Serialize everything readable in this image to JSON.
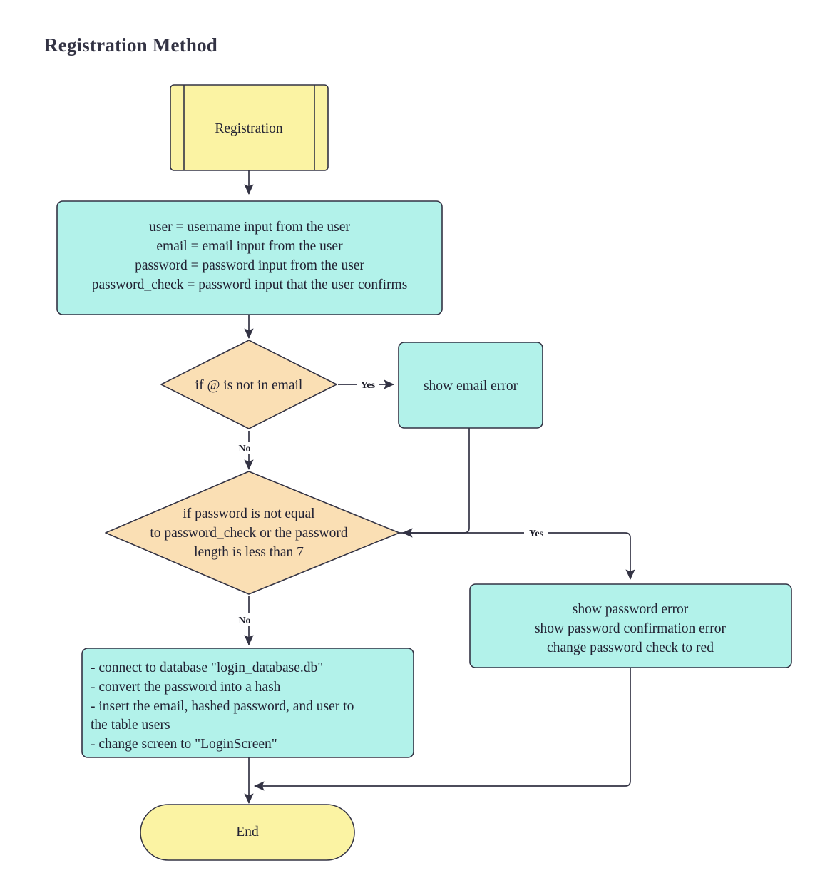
{
  "title": "Registration Method",
  "colors": {
    "start_fill": "#fbf3a3",
    "process_fill": "#b2f2ea",
    "decision_fill": "#fadfb4",
    "stroke": "#333344",
    "text": "#222233",
    "title_text": "#333344",
    "background": "#ffffff"
  },
  "nodes": {
    "registration": {
      "id": "registration",
      "shape": "subroutine",
      "label": "Registration",
      "fill": "#fbf3a3"
    },
    "inputs": {
      "id": "inputs",
      "shape": "rounded-rect",
      "fill": "#b2f2ea",
      "align": "center",
      "lines": [
        "user = username input from the user",
        "email = email input from the user",
        "password = password input from the user",
        "password_check = password input that the user confirms"
      ]
    },
    "email_check": {
      "id": "email_check",
      "shape": "diamond",
      "fill": "#fadfb4",
      "lines": [
        "if @ is not in email"
      ]
    },
    "email_error": {
      "id": "email_error",
      "shape": "rounded-rect",
      "fill": "#b2f2ea",
      "align": "center",
      "lines": [
        "show email error"
      ]
    },
    "password_check": {
      "id": "password_check",
      "shape": "diamond",
      "fill": "#fadfb4",
      "lines": [
        "if password is not equal",
        "to password_check or the password",
        "length is less than 7"
      ]
    },
    "password_error": {
      "id": "password_error",
      "shape": "rounded-rect",
      "fill": "#b2f2ea",
      "align": "center",
      "lines": [
        "show password error",
        "show password confirmation error",
        "change password check to red"
      ]
    },
    "db_actions": {
      "id": "db_actions",
      "shape": "rounded-rect",
      "fill": "#b2f2ea",
      "align": "left",
      "lines": [
        "- connect to database \"login_database.db\"",
        "- convert the password into a hash",
        "- insert the email, hashed password, and user to",
        "the table users",
        "- change screen to \"LoginScreen\""
      ]
    },
    "end": {
      "id": "end",
      "shape": "stadium",
      "fill": "#fbf3a3",
      "label": "End"
    }
  },
  "edges": [
    {
      "from": "registration",
      "to": "inputs",
      "label": ""
    },
    {
      "from": "inputs",
      "to": "email_check",
      "label": ""
    },
    {
      "from": "email_check",
      "to": "email_error",
      "label": "Yes"
    },
    {
      "from": "email_check",
      "to": "password_check",
      "label": "No"
    },
    {
      "from": "email_error",
      "to": "password_check",
      "label": ""
    },
    {
      "from": "password_check",
      "to": "password_error",
      "label": "Yes"
    },
    {
      "from": "password_check",
      "to": "db_actions",
      "label": "No"
    },
    {
      "from": "db_actions",
      "to": "end",
      "label": ""
    },
    {
      "from": "password_error",
      "to": "end",
      "label": ""
    }
  ],
  "edge_labels": {
    "yes_email": "Yes",
    "no_email": "No",
    "yes_password": "Yes",
    "no_password": "No"
  }
}
